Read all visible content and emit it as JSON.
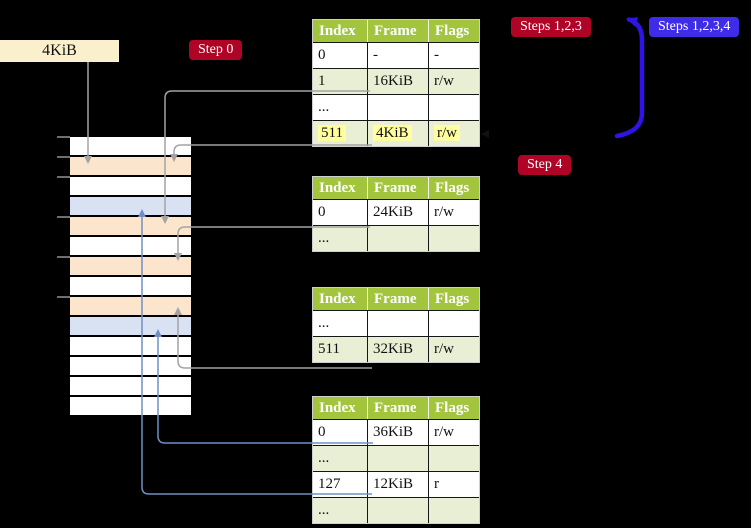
{
  "labels": {
    "frame_size_label": "4KiB"
  },
  "badges": {
    "step0": "Step 0",
    "steps123": "Steps 1,2,3",
    "steps1234": "Steps 1,2,3,4",
    "step4": "Step 4"
  },
  "page_tables": [
    {
      "headers": [
        "Index",
        "Frame",
        "Flags"
      ],
      "rows": [
        {
          "cells": [
            "0",
            "-",
            "-"
          ],
          "shaded": false,
          "highlight": false
        },
        {
          "cells": [
            "1",
            "16KiB",
            "r/w"
          ],
          "shaded": true,
          "highlight": false
        },
        {
          "cells": [
            "...",
            "",
            ""
          ],
          "shaded": false,
          "highlight": false
        },
        {
          "cells": [
            "511",
            "4KiB",
            "r/w"
          ],
          "shaded": true,
          "highlight": true
        }
      ]
    },
    {
      "headers": [
        "Index",
        "Frame",
        "Flags"
      ],
      "rows": [
        {
          "cells": [
            "0",
            "24KiB",
            "r/w"
          ],
          "shaded": false,
          "highlight": false
        },
        {
          "cells": [
            "...",
            "",
            ""
          ],
          "shaded": true,
          "highlight": false
        }
      ]
    },
    {
      "headers": [
        "Index",
        "Frame",
        "Flags"
      ],
      "rows": [
        {
          "cells": [
            "...",
            "",
            ""
          ],
          "shaded": false,
          "highlight": false
        },
        {
          "cells": [
            "511",
            "32KiB",
            "r/w"
          ],
          "shaded": true,
          "highlight": false
        }
      ]
    },
    {
      "headers": [
        "Index",
        "Frame",
        "Flags"
      ],
      "rows": [
        {
          "cells": [
            "0",
            "36KiB",
            "r/w"
          ],
          "shaded": false,
          "highlight": false
        },
        {
          "cells": [
            "...",
            "",
            ""
          ],
          "shaded": true,
          "highlight": false
        },
        {
          "cells": [
            "127",
            "12KiB",
            "r"
          ],
          "shaded": false,
          "highlight": false
        },
        {
          "cells": [
            "...",
            "",
            ""
          ],
          "shaded": true,
          "highlight": false
        }
      ]
    }
  ],
  "memory_stack": {
    "rows": [
      "white",
      "peach",
      "white",
      "blue",
      "peach",
      "white",
      "peach",
      "white",
      "peach",
      "blue",
      "white",
      "white",
      "white",
      "white"
    ]
  },
  "colors": {
    "background": "#000000",
    "badge_red": "#b00426",
    "badge_blue": "#3f2ce8",
    "table_header_green": "#a3c53e",
    "table_row_green": "#e9efd5",
    "highlight_yellow": "#ffff9e",
    "frame_label_bg": "#fbf0cc",
    "stack_peach": "#fce5cd",
    "stack_blue": "#d9e2f3",
    "connector_gray": "#a3a3a3",
    "connector_blue": "#7090c5",
    "big_arrow_blue": "#2f15e3"
  }
}
